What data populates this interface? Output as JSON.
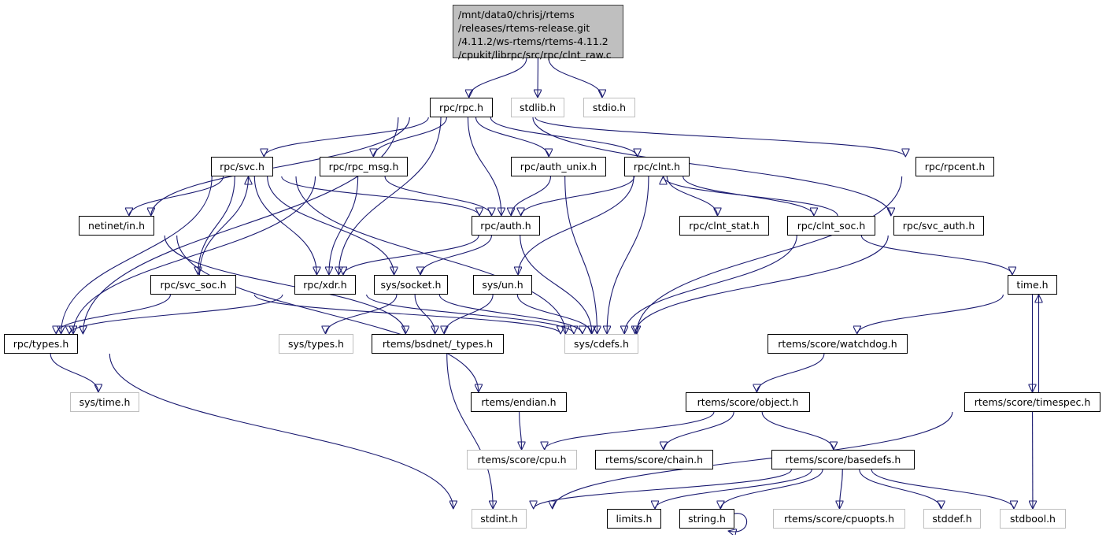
{
  "graph": {
    "title": "Include dependency graph",
    "root": {
      "lines": [
        "/mnt/data0/chrisj/rtems",
        "/releases/rtems-release.git",
        "/4.11.2/ws-rtems/rtems-4.11.2",
        "/cpukit/librpc/src/rpc/clnt_raw.c"
      ]
    },
    "colors": {
      "edge": "#191970",
      "root_fill": "#bfbfbf",
      "external_border": "#bfbfbf",
      "node_border": "#000000"
    },
    "nodes": {
      "rpc_rpc": {
        "label": "rpc/rpc.h",
        "external": false
      },
      "stdlib": {
        "label": "stdlib.h",
        "external": true
      },
      "stdio": {
        "label": "stdio.h",
        "external": true
      },
      "rpc_svc": {
        "label": "rpc/svc.h",
        "external": false
      },
      "rpc_rpc_msg": {
        "label": "rpc/rpc_msg.h",
        "external": false
      },
      "rpc_auth_unix": {
        "label": "rpc/auth_unix.h",
        "external": false
      },
      "rpc_clnt": {
        "label": "rpc/clnt.h",
        "external": false
      },
      "rpc_rpcent": {
        "label": "rpc/rpcent.h",
        "external": false
      },
      "netinet_in": {
        "label": "netinet/in.h",
        "external": false
      },
      "rpc_auth": {
        "label": "rpc/auth.h",
        "external": false
      },
      "rpc_clnt_stat": {
        "label": "rpc/clnt_stat.h",
        "external": false
      },
      "rpc_clnt_soc": {
        "label": "rpc/clnt_soc.h",
        "external": false
      },
      "rpc_svc_auth": {
        "label": "rpc/svc_auth.h",
        "external": false
      },
      "rpc_svc_soc": {
        "label": "rpc/svc_soc.h",
        "external": false
      },
      "rpc_xdr": {
        "label": "rpc/xdr.h",
        "external": false
      },
      "sys_socket": {
        "label": "sys/socket.h",
        "external": false
      },
      "sys_un": {
        "label": "sys/un.h",
        "external": false
      },
      "time_h": {
        "label": "time.h",
        "external": false
      },
      "rpc_types": {
        "label": "rpc/types.h",
        "external": false
      },
      "sys_types": {
        "label": "sys/types.h",
        "external": true
      },
      "bsdnet_types": {
        "label": "rtems/bsdnet/_types.h",
        "external": false
      },
      "sys_cdefs": {
        "label": "sys/cdefs.h",
        "external": true
      },
      "watchdog": {
        "label": "rtems/score/watchdog.h",
        "external": false
      },
      "sys_time": {
        "label": "sys/time.h",
        "external": true
      },
      "endian": {
        "label": "rtems/endian.h",
        "external": false
      },
      "object": {
        "label": "rtems/score/object.h",
        "external": false
      },
      "timespec": {
        "label": "rtems/score/timespec.h",
        "external": false
      },
      "cpu": {
        "label": "rtems/score/cpu.h",
        "external": true
      },
      "chain": {
        "label": "rtems/score/chain.h",
        "external": false
      },
      "basedefs": {
        "label": "rtems/score/basedefs.h",
        "external": false
      },
      "stdint": {
        "label": "stdint.h",
        "external": true
      },
      "limits": {
        "label": "limits.h",
        "external": false
      },
      "string": {
        "label": "string.h",
        "external": false
      },
      "cpuopts": {
        "label": "rtems/score/cpuopts.h",
        "external": true
      },
      "stddef": {
        "label": "stddef.h",
        "external": true
      },
      "stdbool": {
        "label": "stdbool.h",
        "external": true
      }
    },
    "edges": [
      [
        "root",
        "rpc_rpc"
      ],
      [
        "root",
        "stdlib"
      ],
      [
        "root",
        "stdio"
      ],
      [
        "rpc_rpc",
        "rpc_svc"
      ],
      [
        "rpc_rpc",
        "rpc_rpc_msg"
      ],
      [
        "rpc_rpc",
        "rpc_auth_unix"
      ],
      [
        "rpc_rpc",
        "rpc_clnt"
      ],
      [
        "rpc_rpc",
        "rpc_rpcent"
      ],
      [
        "rpc_rpc",
        "netinet_in"
      ],
      [
        "rpc_rpc",
        "rpc_auth"
      ],
      [
        "rpc_rpc",
        "rpc_svc_auth"
      ],
      [
        "rpc_rpc",
        "rpc_xdr"
      ],
      [
        "rpc_rpc",
        "rpc_types"
      ],
      [
        "rpc_svc",
        "netinet_in"
      ],
      [
        "rpc_svc",
        "rpc_types"
      ],
      [
        "rpc_svc",
        "rpc_svc_soc"
      ],
      [
        "rpc_svc",
        "rpc_xdr"
      ],
      [
        "rpc_svc",
        "sys_socket"
      ],
      [
        "rpc_svc",
        "rpc_auth"
      ],
      [
        "rpc_svc",
        "sys_cdefs"
      ],
      [
        "rpc_svc_soc",
        "rpc_svc"
      ],
      [
        "rpc_svc_soc",
        "rpc_types"
      ],
      [
        "rpc_svc_soc",
        "sys_cdefs"
      ],
      [
        "rpc_rpc_msg",
        "rpc_auth"
      ],
      [
        "rpc_rpc_msg",
        "rpc_xdr"
      ],
      [
        "rpc_rpc_msg",
        "rpc_types"
      ],
      [
        "rpc_auth_unix",
        "rpc_auth"
      ],
      [
        "rpc_auth_unix",
        "sys_cdefs"
      ],
      [
        "rpc_clnt",
        "rpc_auth"
      ],
      [
        "rpc_clnt",
        "rpc_clnt_stat"
      ],
      [
        "rpc_clnt",
        "rpc_clnt_soc"
      ],
      [
        "rpc_clnt",
        "sys_un"
      ],
      [
        "rpc_clnt",
        "sys_cdefs"
      ],
      [
        "rpc_clnt_soc",
        "rpc_clnt"
      ],
      [
        "rpc_clnt_soc",
        "sys_cdefs"
      ],
      [
        "rpc_clnt_soc",
        "time_h"
      ],
      [
        "rpc_rpcent",
        "sys_cdefs"
      ],
      [
        "rpc_svc_auth",
        "sys_cdefs"
      ],
      [
        "rpc_auth",
        "rpc_xdr"
      ],
      [
        "rpc_auth",
        "sys_socket"
      ],
      [
        "rpc_auth",
        "sys_cdefs"
      ],
      [
        "rpc_xdr",
        "rpc_types"
      ],
      [
        "rpc_xdr",
        "sys_cdefs"
      ],
      [
        "sys_socket",
        "sys_types"
      ],
      [
        "sys_socket",
        "bsdnet_types"
      ],
      [
        "sys_socket",
        "sys_cdefs"
      ],
      [
        "sys_un",
        "bsdnet_types"
      ],
      [
        "sys_un",
        "sys_cdefs"
      ],
      [
        "netinet_in",
        "bsdnet_types"
      ],
      [
        "netinet_in",
        "endian"
      ],
      [
        "rpc_types",
        "sys_time"
      ],
      [
        "rpc_types",
        "stdint"
      ],
      [
        "bsdnet_types",
        "stdint"
      ],
      [
        "endian",
        "cpu"
      ],
      [
        "time_h",
        "watchdog"
      ],
      [
        "time_h",
        "timespec"
      ],
      [
        "timespec",
        "time_h"
      ],
      [
        "watchdog",
        "object"
      ],
      [
        "object",
        "cpu"
      ],
      [
        "object",
        "chain"
      ],
      [
        "object",
        "basedefs"
      ],
      [
        "timespec",
        "stdint"
      ],
      [
        "timespec",
        "stdbool"
      ],
      [
        "basedefs",
        "stdint"
      ],
      [
        "basedefs",
        "limits"
      ],
      [
        "basedefs",
        "string"
      ],
      [
        "basedefs",
        "cpuopts"
      ],
      [
        "basedefs",
        "stddef"
      ],
      [
        "basedefs",
        "stdbool"
      ],
      [
        "string",
        "string"
      ]
    ]
  }
}
